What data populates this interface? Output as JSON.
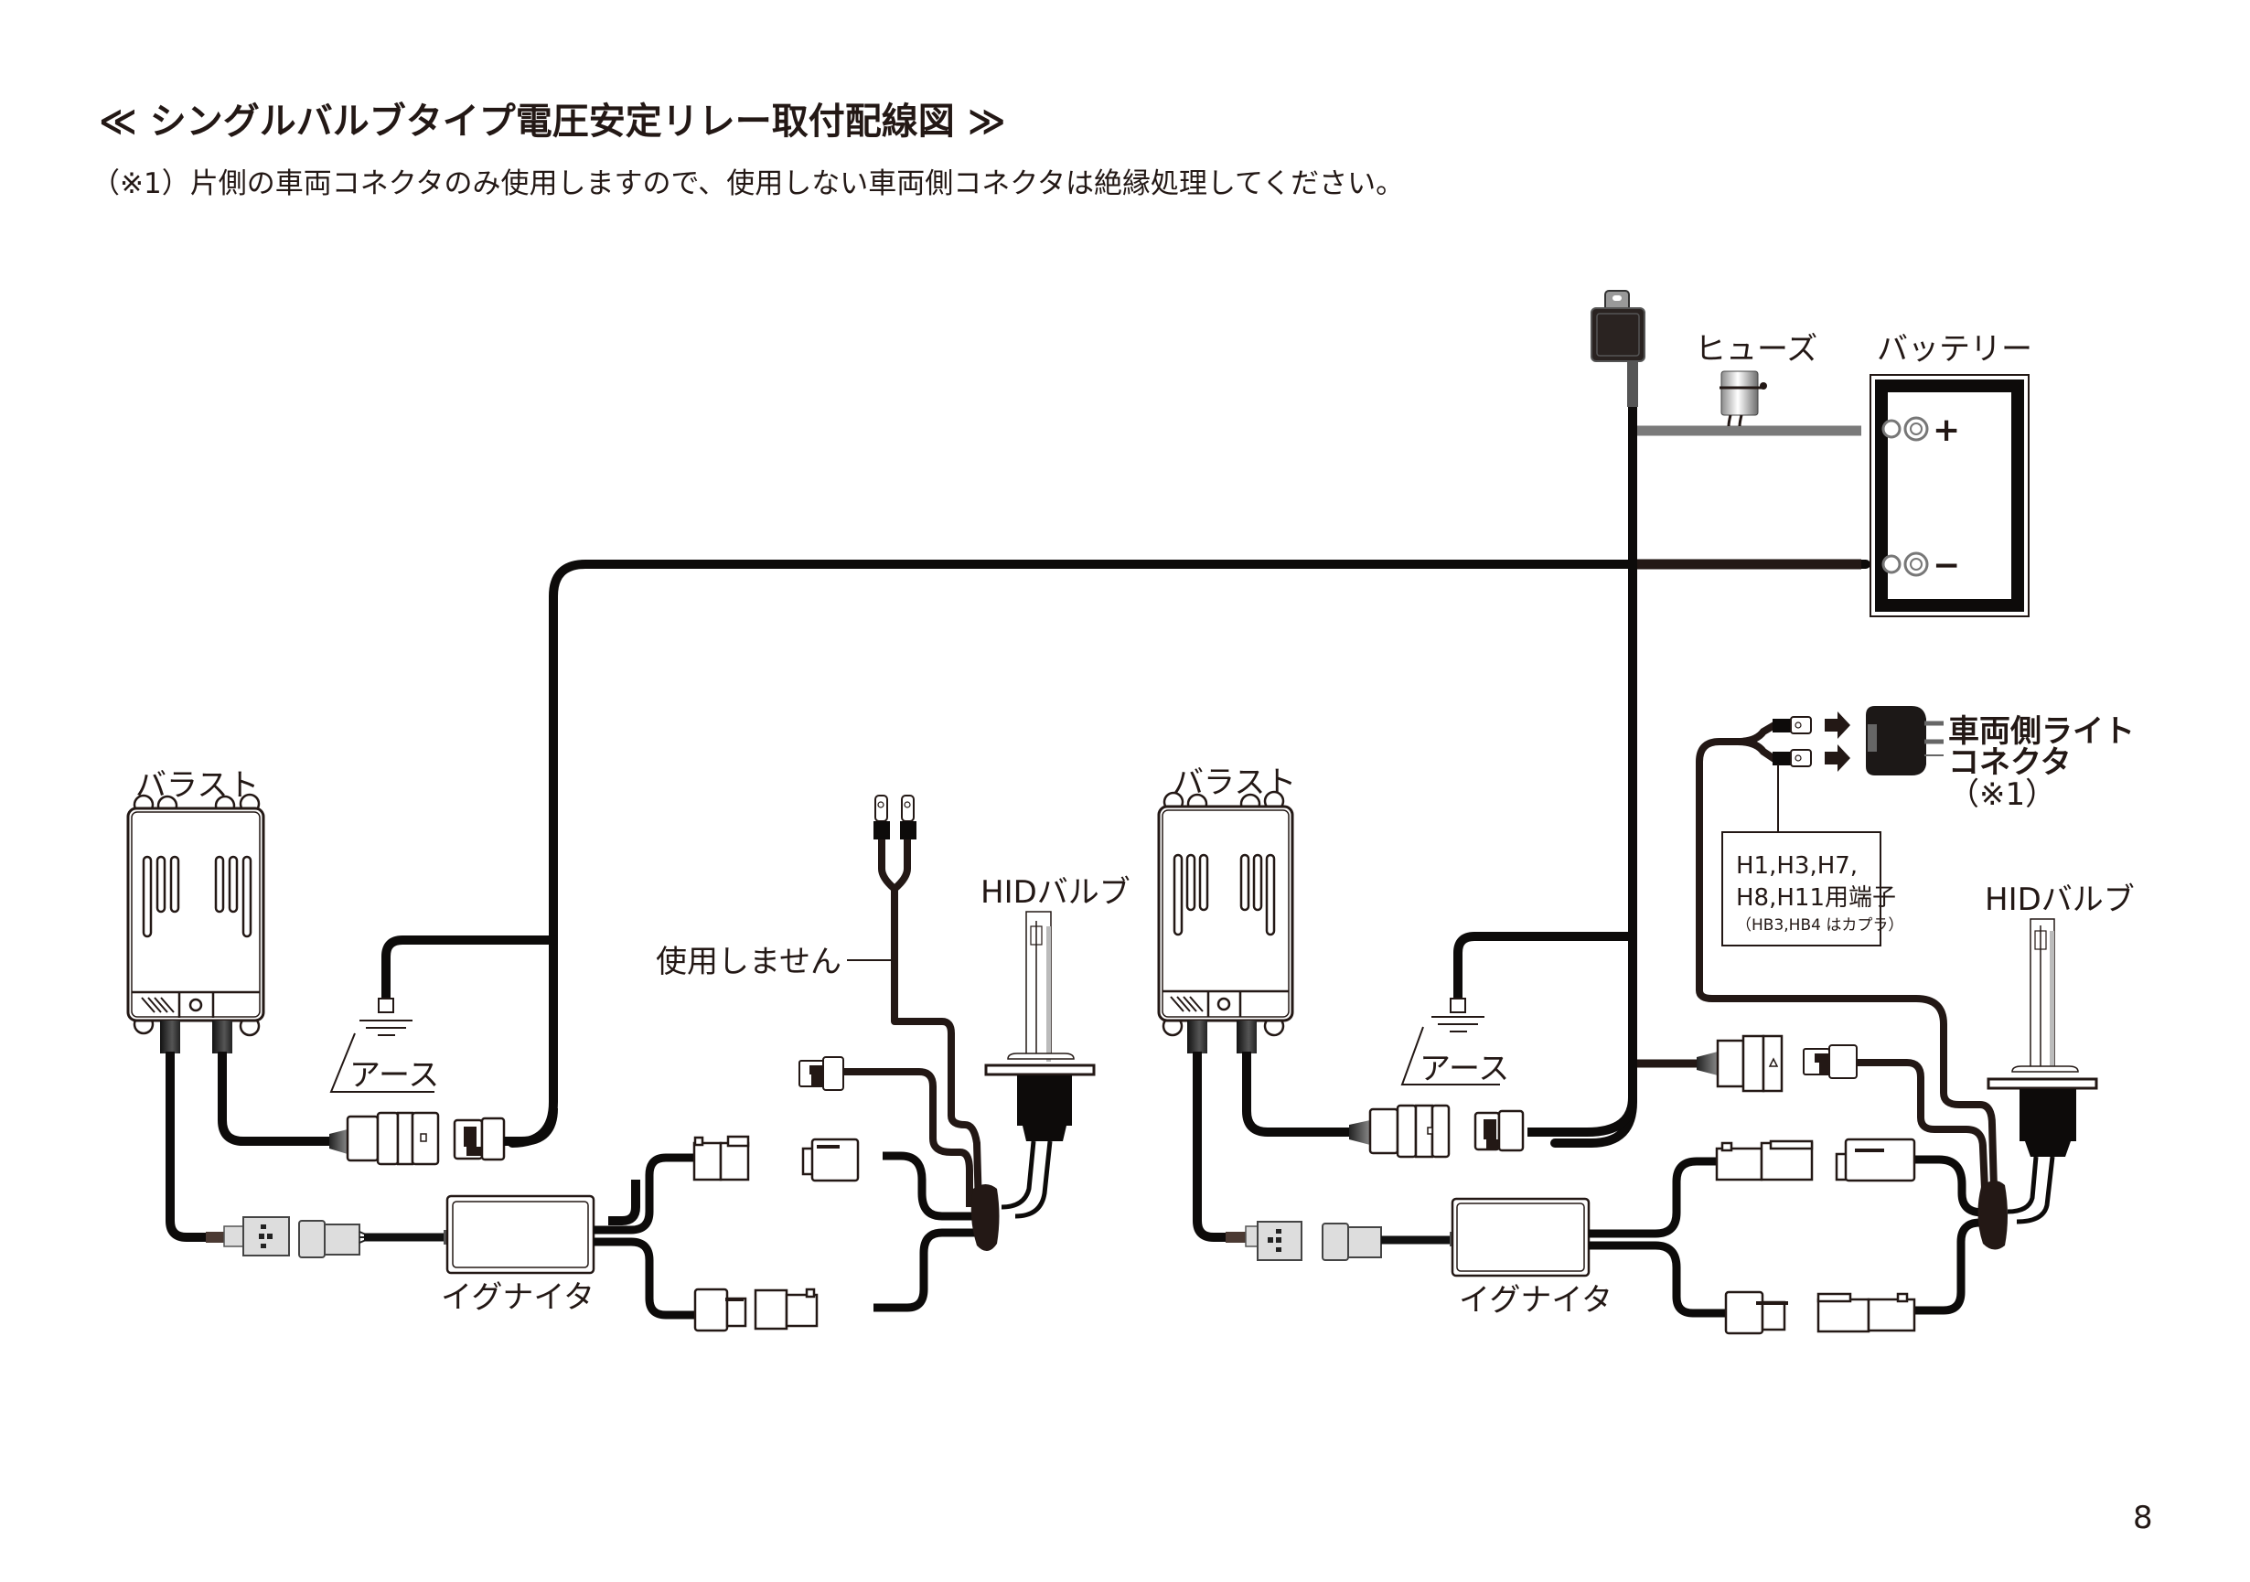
{
  "header": {
    "title": "≪ シングルバルブタイプ電圧安定リレー取付配線図 ≫",
    "note": "（※1）片側の車両コネクタのみ使用しますので、使用しない車両側コネクタは絶縁処理してください。"
  },
  "page_number": "8",
  "colors": {
    "wire": "#0d0b0a",
    "positive_wire": "#7a7a7a",
    "ink": "#231815",
    "relay_body": "#2a2321"
  },
  "labels": {
    "fuse": "ヒューズ",
    "battery": "バッテリー",
    "battery_plus": "+",
    "battery_minus": "−",
    "left_ballast": "バラスト",
    "left_ground": "アース",
    "left_igniter": "イグナイタ",
    "left_hid_bulb": "HIDバルブ",
    "unused": "使用しません",
    "right_ballast": "バラスト",
    "right_ground": "アース",
    "right_igniter": "イグナイタ",
    "right_hid_bulb": "HIDバルブ",
    "vehicle_connector_line1": "車両側ライト",
    "vehicle_connector_line2": "コネクタ",
    "vehicle_connector_note": "（※1）",
    "terminal_box_line1": "H1,H3,H7,",
    "terminal_box_line2": "H8,H11用端子",
    "terminal_box_line3": "（HB3,HB4 はカプラ）"
  },
  "components": [
    {
      "id": "relay",
      "icon": "relay-icon"
    },
    {
      "id": "fuse",
      "icon": "fuse-icon"
    },
    {
      "id": "battery",
      "icon": "battery-icon"
    },
    {
      "id": "left-ballast",
      "icon": "ballast-icon"
    },
    {
      "id": "right-ballast",
      "icon": "ballast-icon"
    },
    {
      "id": "left-igniter",
      "icon": "igniter-icon"
    },
    {
      "id": "right-igniter",
      "icon": "igniter-icon"
    },
    {
      "id": "left-hid-bulb",
      "icon": "hid-bulb-icon"
    },
    {
      "id": "right-hid-bulb",
      "icon": "hid-bulb-icon"
    },
    {
      "id": "vehicle-connector",
      "icon": "vehicle-light-connector-icon"
    }
  ]
}
